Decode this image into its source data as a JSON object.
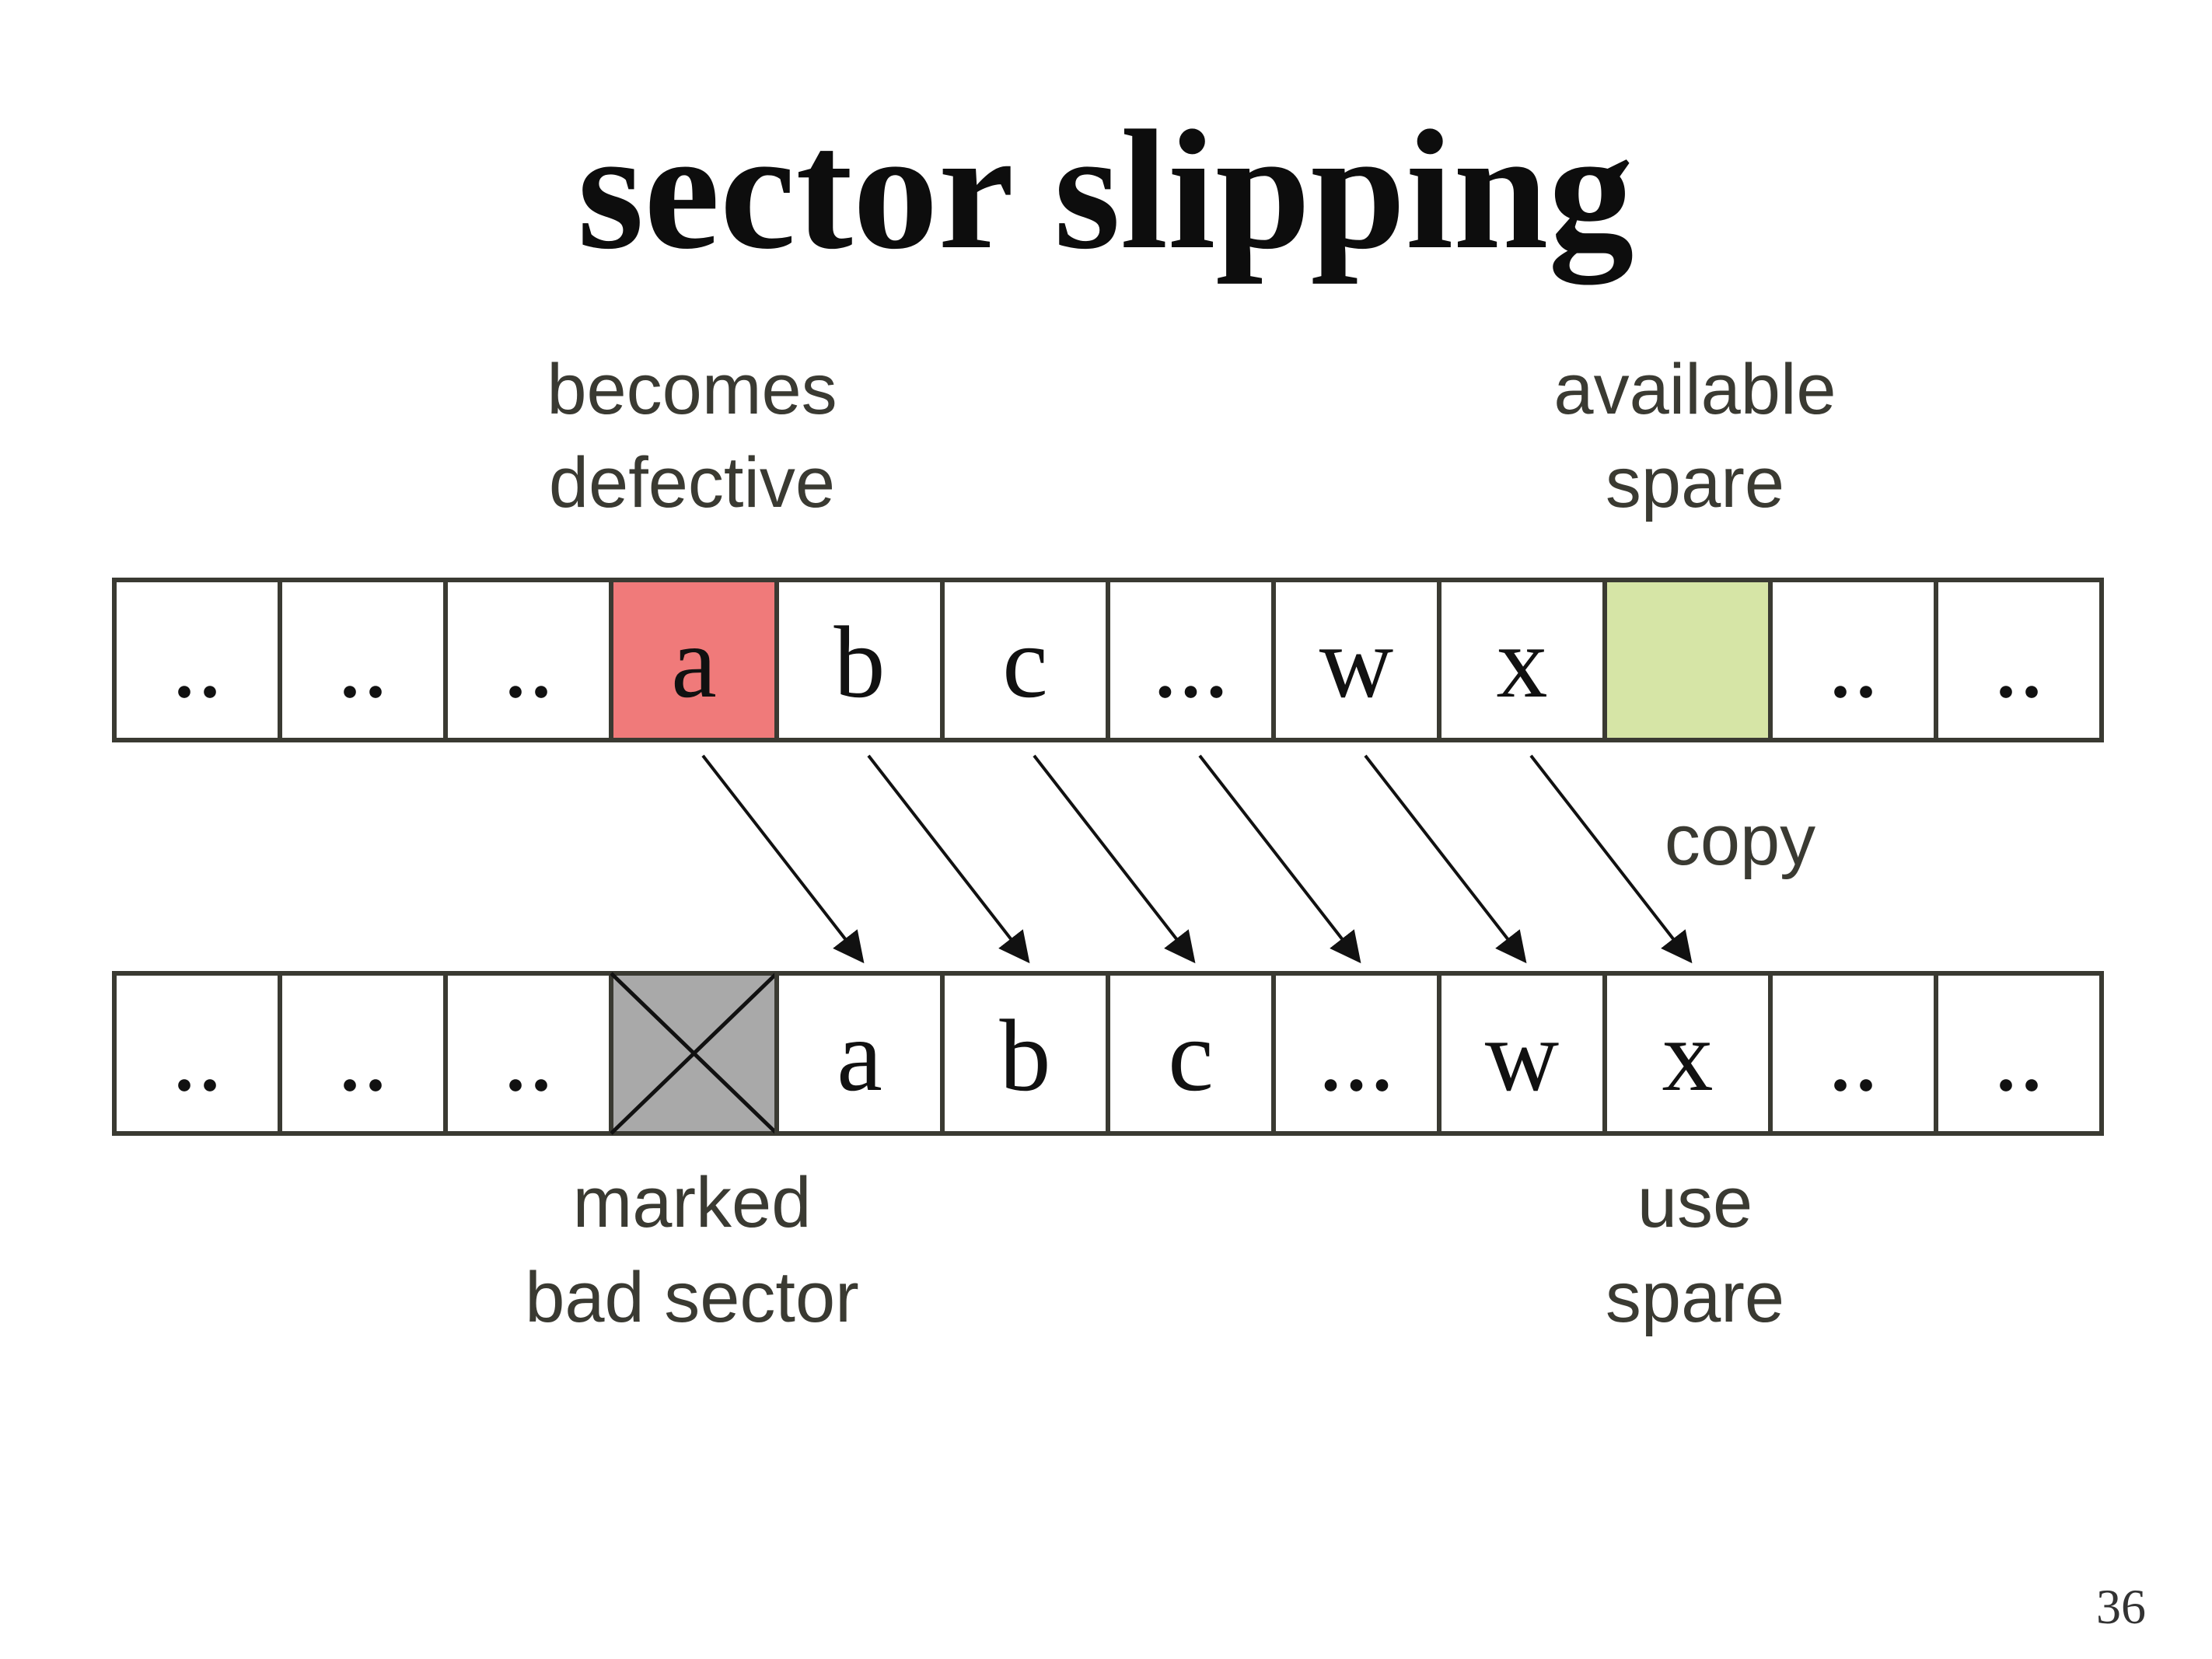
{
  "title": "sector slipping",
  "labels": {
    "top_left": [
      "becomes",
      "defective"
    ],
    "top_right": [
      "available",
      "spare"
    ],
    "middle": "copy",
    "bottom_left": [
      "marked",
      "bad sector"
    ],
    "bottom_right": [
      "use",
      "spare"
    ]
  },
  "rows": {
    "before": [
      {
        "text": "..",
        "state": "normal"
      },
      {
        "text": "..",
        "state": "normal"
      },
      {
        "text": "..",
        "state": "normal"
      },
      {
        "text": "a",
        "state": "defective"
      },
      {
        "text": "b",
        "state": "normal"
      },
      {
        "text": "c",
        "state": "normal"
      },
      {
        "text": "...",
        "state": "normal"
      },
      {
        "text": "w",
        "state": "normal"
      },
      {
        "text": "x",
        "state": "normal"
      },
      {
        "text": "",
        "state": "spare"
      },
      {
        "text": "..",
        "state": "normal"
      },
      {
        "text": "..",
        "state": "normal"
      }
    ],
    "after": [
      {
        "text": "..",
        "state": "normal"
      },
      {
        "text": "..",
        "state": "normal"
      },
      {
        "text": "..",
        "state": "normal"
      },
      {
        "text": "",
        "state": "bad"
      },
      {
        "text": "a",
        "state": "normal"
      },
      {
        "text": "b",
        "state": "normal"
      },
      {
        "text": "c",
        "state": "normal"
      },
      {
        "text": "...",
        "state": "normal"
      },
      {
        "text": "w",
        "state": "normal"
      },
      {
        "text": "x",
        "state": "normal"
      },
      {
        "text": "..",
        "state": "normal"
      },
      {
        "text": "..",
        "state": "normal"
      }
    ]
  },
  "copy_arrows": [
    {
      "from": 3,
      "to": 4
    },
    {
      "from": 4,
      "to": 5
    },
    {
      "from": 5,
      "to": 6
    },
    {
      "from": 6,
      "to": 7
    },
    {
      "from": 7,
      "to": 8
    },
    {
      "from": 8,
      "to": 9
    }
  ],
  "colors": {
    "defective": "#f07a7a",
    "spare": "#d6e5a6",
    "bad": "#a9a9a9",
    "border": "#3a3a32"
  },
  "page_number": "36"
}
